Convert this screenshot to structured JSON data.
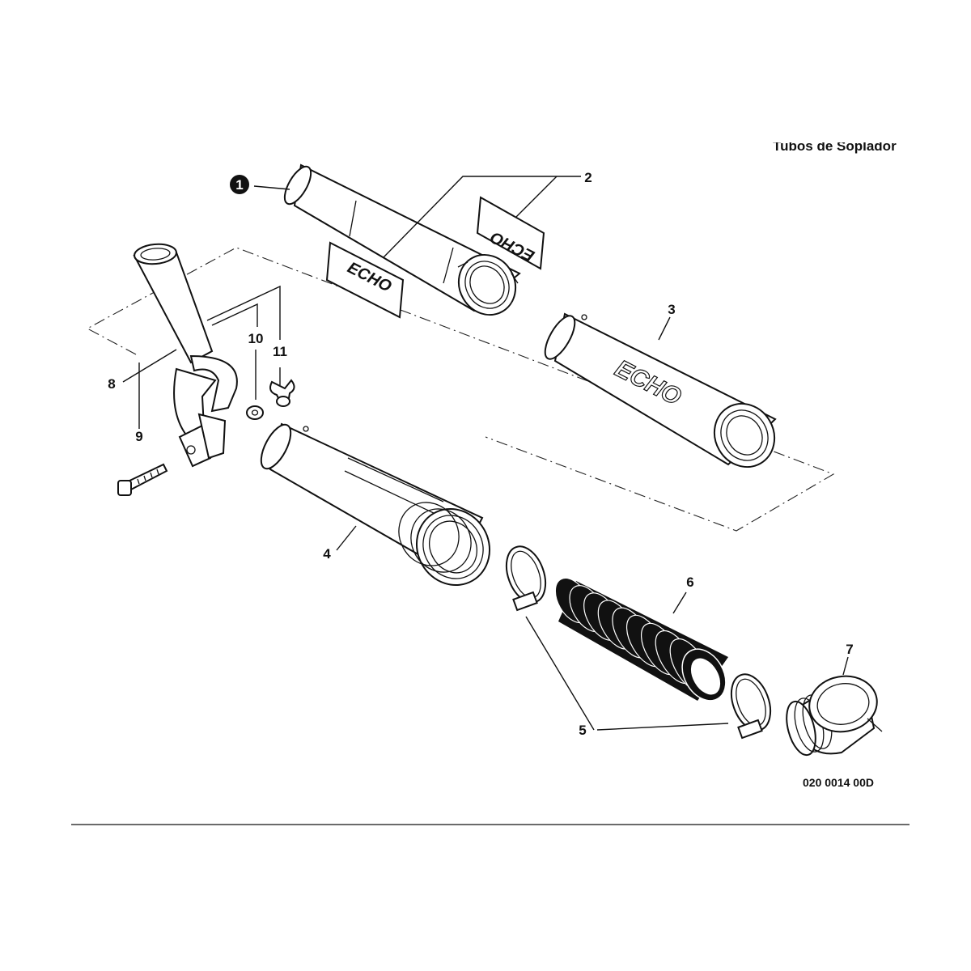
{
  "header": {
    "title": "Tubos de Soplador"
  },
  "figure_code": "020 0014 00D",
  "callouts": {
    "c1": "1",
    "c2": "2",
    "c3": "3",
    "c4": "4",
    "c5": "5",
    "c6": "6",
    "c7": "7",
    "c8": "8",
    "c9": "9",
    "c10": "10",
    "c11": "11"
  },
  "decals": {
    "brand": "ECHO"
  }
}
